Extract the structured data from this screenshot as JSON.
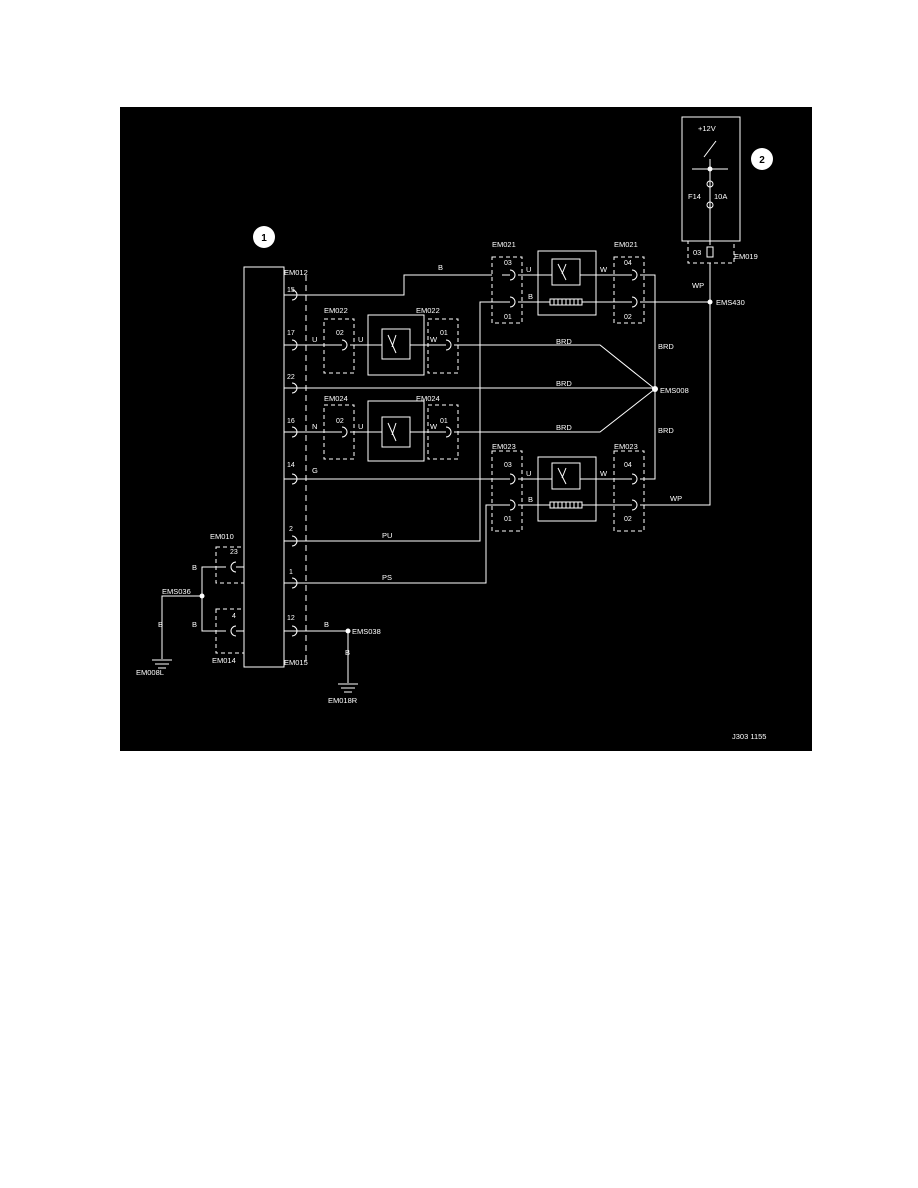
{
  "callouts": {
    "ecm": "1",
    "fuse_box": "2"
  },
  "fuse_box": {
    "supply": "+12V",
    "fuse_id": "F14",
    "fuse_rating": "10A",
    "pin": "03",
    "connector": "EM019"
  },
  "ecm": {
    "connector_top": "EM012",
    "connector_bottom": "EM015",
    "pins": [
      "15",
      "17",
      "22",
      "16",
      "14",
      "2",
      "1",
      "12"
    ]
  },
  "ground_side": {
    "connector_a": "EM010",
    "connector_b": "EM014",
    "pin_a": "23",
    "pin_b": "4",
    "splice": "EMS036",
    "ground_left": "EM008L",
    "splice_right": "EMS038",
    "ground_right": "EM018R"
  },
  "sensors": {
    "s1": {
      "connector": "EM022",
      "pin_left": "02",
      "pin_right": "01"
    },
    "s2": {
      "connector": "EM024",
      "pin_left": "02",
      "pin_right": "01"
    },
    "h1": {
      "connector": "EM021",
      "pins": [
        "03",
        "01",
        "04",
        "02"
      ]
    },
    "h2": {
      "connector": "EM023",
      "pins": [
        "03",
        "01",
        "04",
        "02"
      ]
    }
  },
  "wires": {
    "b": "B",
    "u": "U",
    "w": "W",
    "n": "N",
    "g": "G",
    "brd": "BRD",
    "pu": "PU",
    "ps": "PS",
    "wp": "WP"
  },
  "splices": {
    "brd": "EMS008",
    "wp": "EMS430"
  },
  "figure_id": "J303 1155"
}
